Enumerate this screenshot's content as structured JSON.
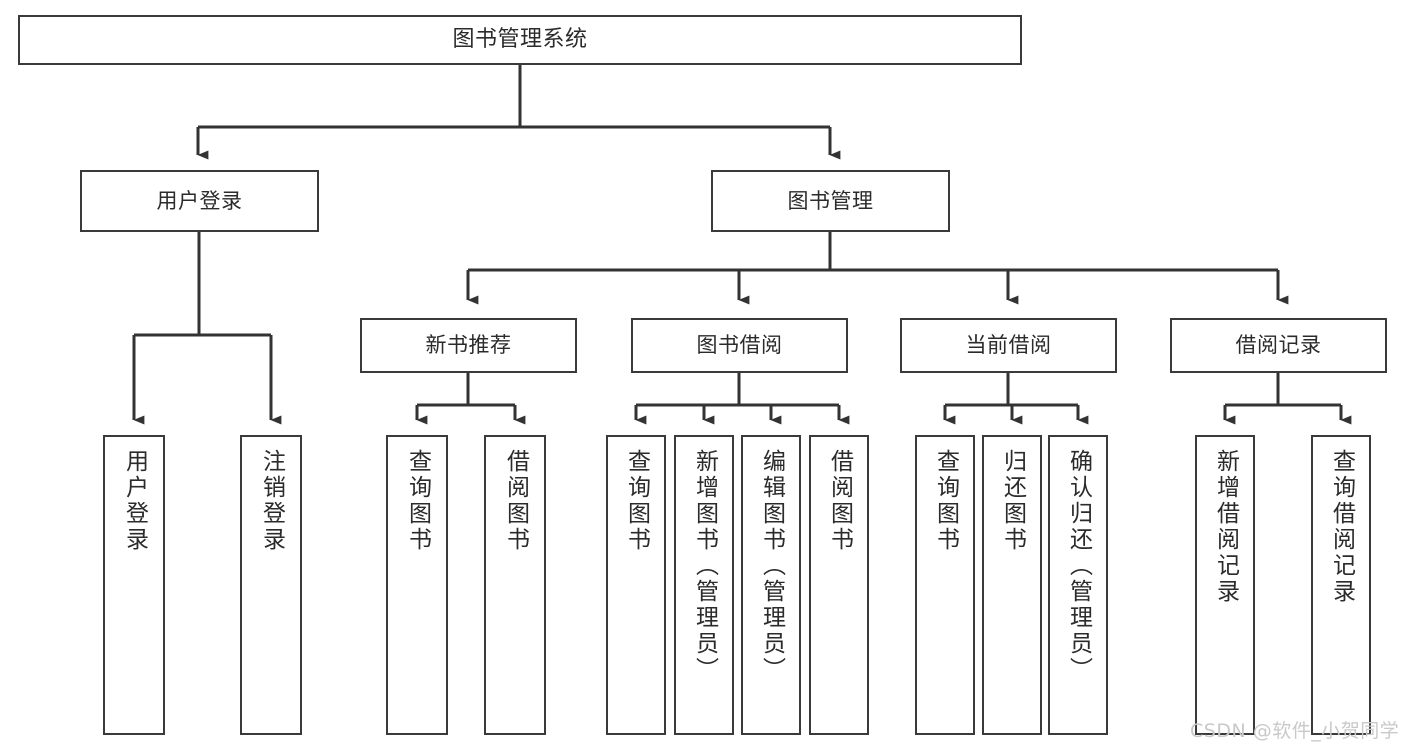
{
  "diagram": {
    "type": "hierarchy-tree",
    "title": "图书管理系统",
    "orientation": "top-down",
    "watermark": "CSDN @软件_小贺同学",
    "colors": {
      "box_border": "#3a3a3a",
      "box_fill": "#ffffff",
      "text": "#2b2b2b",
      "connector": "#333333",
      "watermark": "#c9c9c9",
      "background": "#ffffff"
    },
    "nodes": {
      "root": {
        "label": "图书管理系统"
      },
      "level2": [
        {
          "id": "user-login",
          "label": "用户登录"
        },
        {
          "id": "book-manage",
          "label": "图书管理"
        }
      ],
      "level3": [
        {
          "id": "new-book-recommend",
          "label": "新书推荐"
        },
        {
          "id": "book-borrow",
          "label": "图书借阅"
        },
        {
          "id": "current-borrow",
          "label": "当前借阅"
        },
        {
          "id": "borrow-record",
          "label": "借阅记录"
        }
      ],
      "leaves": {
        "user-login": [
          {
            "id": "leaf-user-login",
            "label": "用户登录"
          },
          {
            "id": "leaf-logout",
            "label": "注销登录"
          }
        ],
        "new-book-recommend": [
          {
            "id": "leaf-query-book-1",
            "label": "查询图书"
          },
          {
            "id": "leaf-borrow-book-1",
            "label": "借阅图书"
          }
        ],
        "book-borrow": [
          {
            "id": "leaf-query-book-2",
            "label": "查询图书"
          },
          {
            "id": "leaf-add-book",
            "label": "新增图书（管理员）"
          },
          {
            "id": "leaf-edit-book",
            "label": "编辑图书（管理员）"
          },
          {
            "id": "leaf-borrow-book-2",
            "label": "借阅图书"
          }
        ],
        "current-borrow": [
          {
            "id": "leaf-query-book-3",
            "label": "查询图书"
          },
          {
            "id": "leaf-return-book",
            "label": "归还图书"
          },
          {
            "id": "leaf-confirm-return",
            "label": "确认归还（管理员）"
          }
        ],
        "borrow-record": [
          {
            "id": "leaf-add-record",
            "label": "新增借阅记录"
          },
          {
            "id": "leaf-query-record",
            "label": "查询借阅记录"
          }
        ]
      }
    }
  }
}
